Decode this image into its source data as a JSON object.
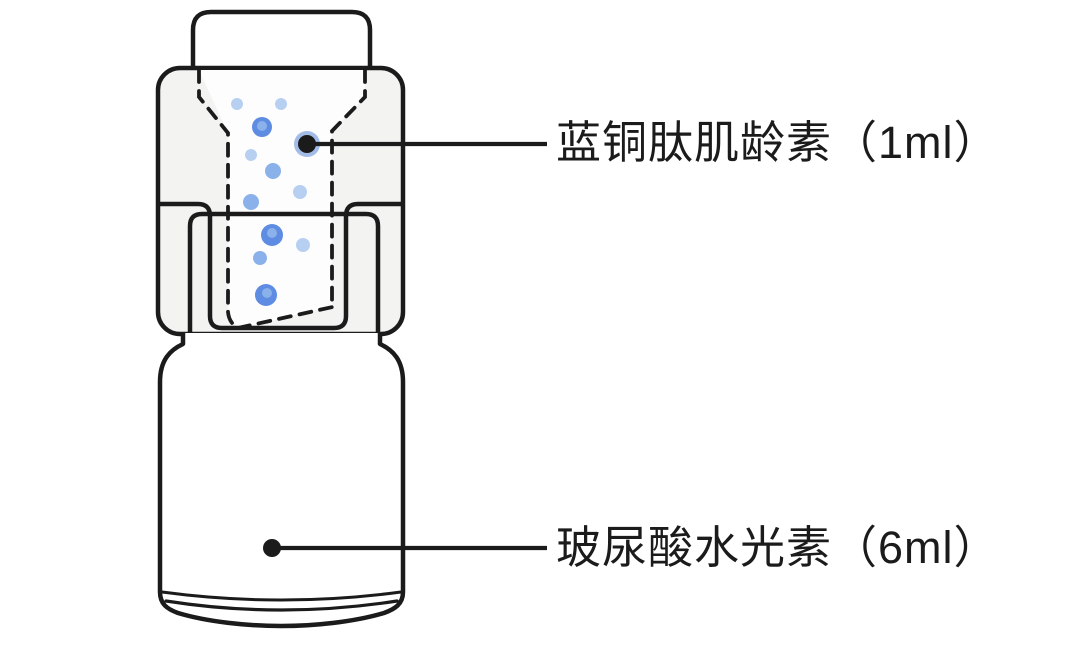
{
  "colors": {
    "paper": "#ffffff",
    "ink": "#1b1b1b",
    "cap-fill": "#f3f4f2",
    "chamber-fill": "#fdfdfe",
    "blue-dark": "#5d8ce2",
    "blue-dark-rim": "#3a6ccf",
    "blue-mid": "#8ab1ea",
    "blue-light": "#b7d0f2",
    "halo-blue": "#4a7ad0"
  },
  "callouts": [
    {
      "label": "蓝铜肽肌龄素（1ml）",
      "substance": "蓝铜肽肌龄素",
      "volume": "1ml",
      "target": "cap-inner-chamber"
    },
    {
      "label": "玻尿酸水光素（6ml）",
      "substance": "玻尿酸水光素",
      "volume": "6ml",
      "target": "bottle-body"
    }
  ]
}
